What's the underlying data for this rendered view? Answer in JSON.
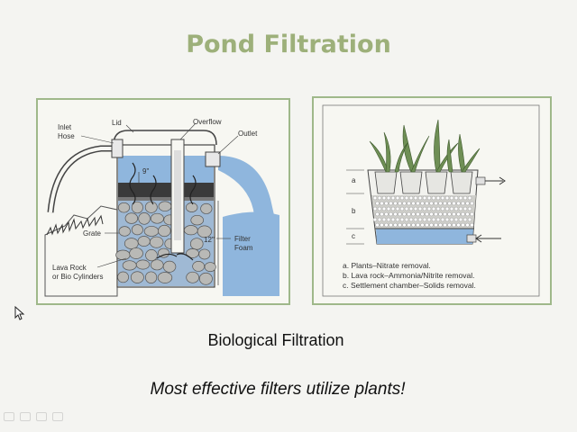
{
  "slide": {
    "title": "Pond Filtration",
    "caption": "Biological Filtration",
    "subcaption": "Most effective filters utilize plants!"
  },
  "left_diagram": {
    "labels": {
      "inlet_hose_1": "Inlet",
      "inlet_hose_2": "Hose",
      "lid": "Lid",
      "overflow": "Overflow",
      "outlet": "Outlet",
      "grate": "Grate",
      "filter_foam_1": "Filter",
      "filter_foam_2": "Foam",
      "lava_rock_1": "Lava Rock",
      "lava_rock_2": "or Bio Cylinders",
      "dim_top": "9\"",
      "dim_side": "12\""
    }
  },
  "right_diagram": {
    "labels": {
      "a": "a",
      "b": "b",
      "c": "c"
    },
    "legend": [
      "a. Plants–Nitrate removal.",
      "b. Lava rock–Ammonia/Nitrite removal.",
      "c. Settlement chamber–Solids removal."
    ]
  },
  "colors": {
    "title": "#9db07a",
    "panel_border": "#9fb88a",
    "water": "#8fb6dd"
  }
}
